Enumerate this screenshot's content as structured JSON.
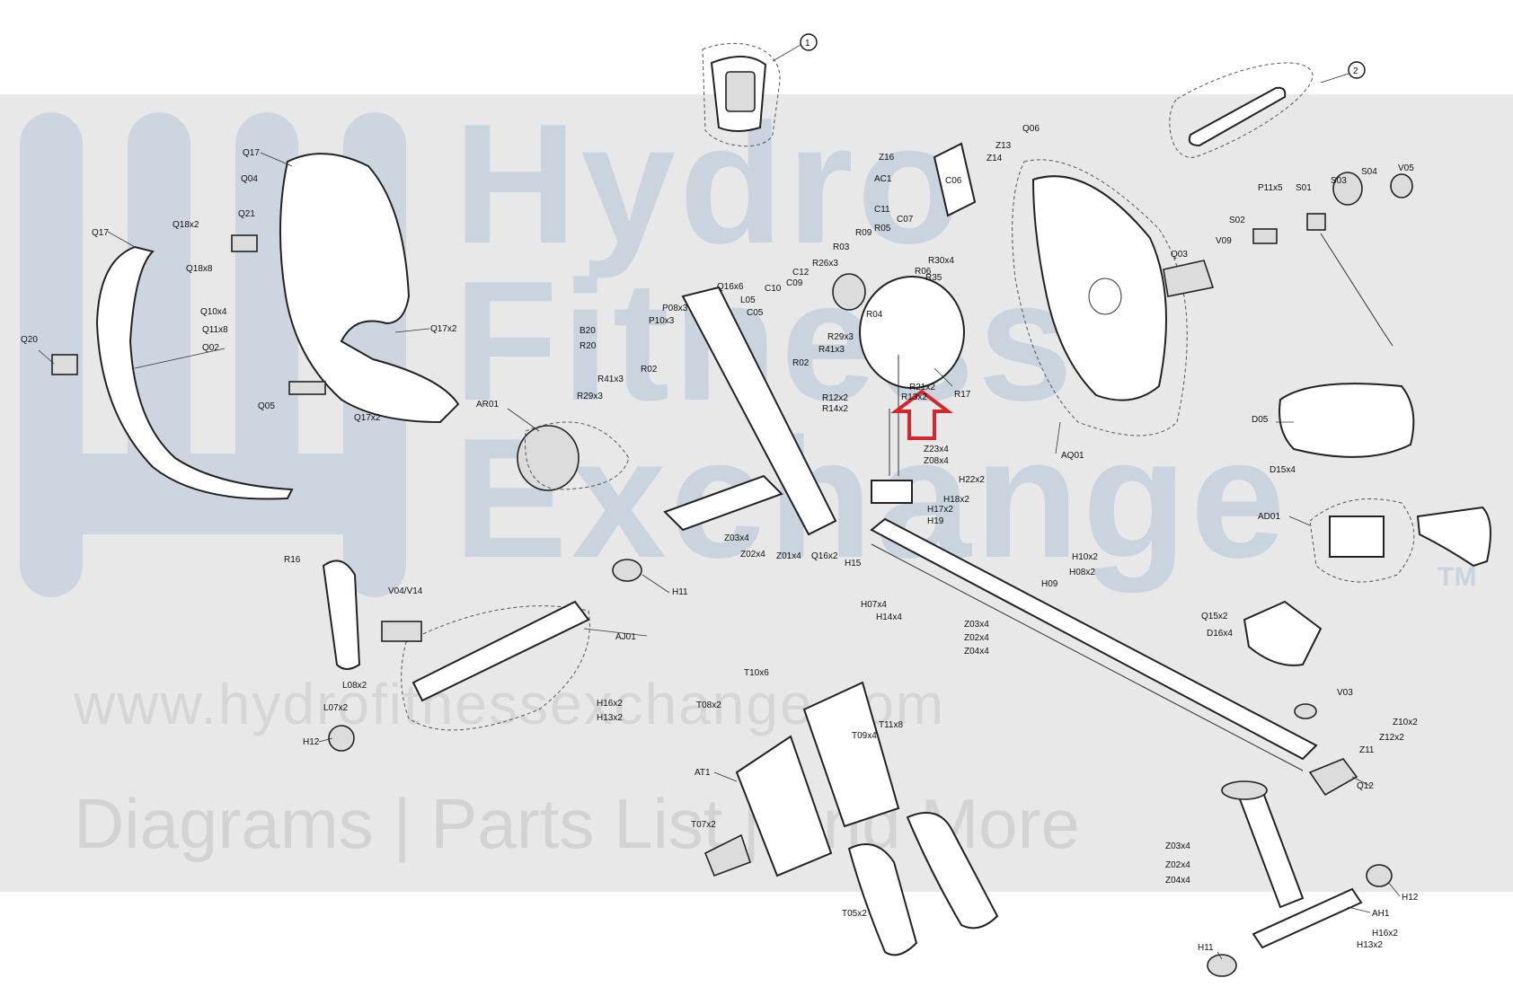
{
  "watermark": {
    "brand_line1": "Hydro",
    "brand_line2": "Fitness",
    "brand_line3": "Exchange",
    "trademark": "TM",
    "url": "www.hydrofitnessexchange.com",
    "tagline": "Diagrams | Parts List | And More"
  },
  "highlight_color": "#d4262b",
  "callouts": [
    {
      "id": "callout-1",
      "text": "1"
    },
    {
      "id": "callout-2",
      "text": "2"
    }
  ],
  "labels": {
    "Q17_top": "Q17",
    "Q04": "Q04",
    "Q17A": "Q17",
    "Q18x2": "Q18x2",
    "Q21": "Q21",
    "Q18x8": "Q18x8",
    "Q10x4": "Q10x4",
    "Q11x8": "Q11x8",
    "Q20": "Q20",
    "Q02": "Q02",
    "Q17x2_a": "Q17x2",
    "Q05": "Q05",
    "Q17x2_b": "Q17x2",
    "Z16": "Z16",
    "AC1": "AC1",
    "Z13": "Z13",
    "Z14": "Z14",
    "Q06": "Q06",
    "C06": "C06",
    "C11": "C11",
    "R05": "R05",
    "C07": "C07",
    "R03": "R03",
    "R09": "R09",
    "R26x3": "R26x3",
    "R30x4": "R30x4",
    "R06": "R06",
    "C12": "C12",
    "C09": "C09",
    "C10": "C10",
    "R35": "R35",
    "Q16x6": "Q16x6",
    "L05": "L05",
    "C05": "C05",
    "R04": "R04",
    "P08x3": "P08x3",
    "P10x3": "P10x3",
    "B20": "B20",
    "R20": "R20",
    "R29x3": "R29x3",
    "R41x3_a": "R41x3",
    "R02_a": "R02",
    "R41x3_b": "R41x3",
    "R02_b": "R02",
    "R29x3_b": "R29x3",
    "R17": "R17",
    "R12x2": "R12x2",
    "R13x2": "R13x2",
    "R21x2": "R21x2",
    "R14x2": "R14x2",
    "AR01": "AR01",
    "Z23x4": "Z23x4",
    "Z08x4": "Z08x4",
    "H22x2": "H22x2",
    "H18x2_a": "H18x2",
    "H17x2": "H17x2",
    "H19": "H19",
    "Z03x4_a": "Z03x4",
    "Z02x4_a": "Z02x4",
    "Z01x4_a": "Z01x4",
    "Q16x2": "Q16x2",
    "H15": "H15",
    "H10x2": "H10x2",
    "H08x2": "H08x2",
    "H09": "H09",
    "AQ01": "AQ01",
    "Q03": "Q03",
    "V09": "V09",
    "P11x5": "P11x5",
    "S01": "S01",
    "S02": "S02",
    "S03": "S03",
    "S04": "S04",
    "V05": "V05",
    "D05": "D05",
    "D15x4_a": "D15x4",
    "AD01": "AD01",
    "Q15x2": "Q15x2",
    "D16x4": "D16x4",
    "R16": "R16",
    "V04V14": "V04/V14",
    "H11_a": "H11",
    "AJ01": "AJ01",
    "L08x2": "L08x2",
    "L07x2": "L07x2",
    "H12_a": "H12",
    "H16x2_a": "H16x2",
    "H13x2_a": "H13x2",
    "H07x4": "H07x4",
    "H14x4": "H14x4",
    "Z03x4_b": "Z03x4",
    "Z02x4_b": "Z02x4",
    "Z04x4_a": "Z04x4",
    "T10x6": "T10x6",
    "T08x2": "T08x2",
    "T09x4": "T09x4",
    "T11x8": "T11x8",
    "AT1": "AT1",
    "T07x2": "T07x2",
    "T05x2": "T05x2",
    "V03": "V03",
    "Z10x2": "Z10x2",
    "Z12x2": "Z12x2",
    "Z11": "Z11",
    "Q12": "Q12",
    "Z03x4_c": "Z03x4",
    "Z02x4_c": "Z02x4",
    "Z04x4_b": "Z04x4",
    "H12_b": "H12",
    "AH1": "AH1",
    "H16x2_b": "H16x2",
    "H13x2_b": "H13x2",
    "H11_b": "H11"
  }
}
